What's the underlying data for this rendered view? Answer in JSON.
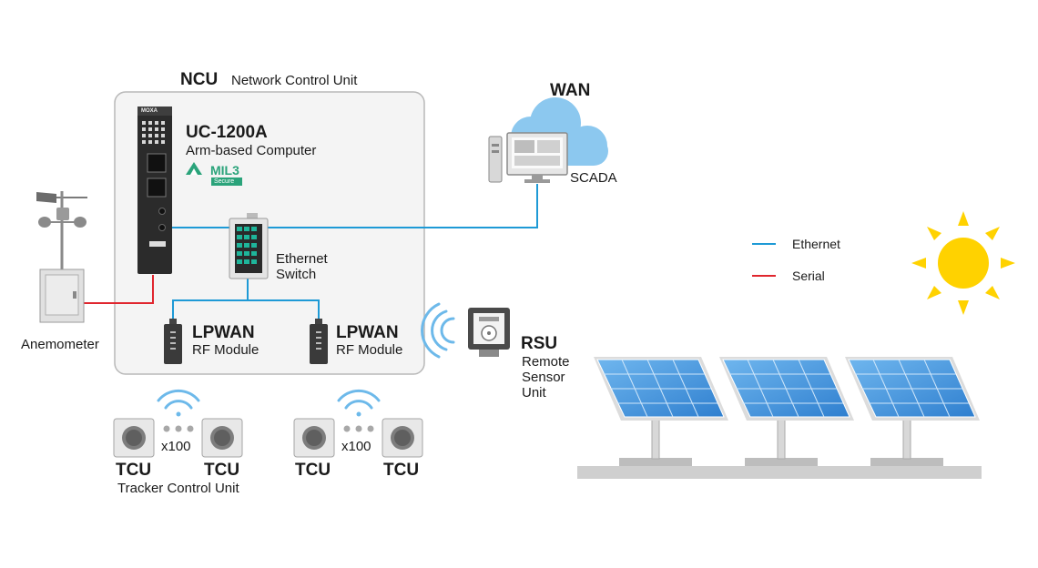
{
  "ncu": {
    "abbr": "NCU",
    "full": "Network Control Unit"
  },
  "computer": {
    "model": "UC-1200A",
    "desc": "Arm-based Computer",
    "brand": "MOXA",
    "badge_top": "MIL3",
    "badge_bottom": "Secure"
  },
  "switch": {
    "line1": "Ethernet",
    "line2": "Switch"
  },
  "lpwan": [
    {
      "title": "LPWAN",
      "subtitle": "RF Module"
    },
    {
      "title": "LPWAN",
      "subtitle": "RF Module"
    }
  ],
  "wan": {
    "label": "WAN",
    "scada": "SCADA"
  },
  "anemometer": {
    "label": "Anemometer"
  },
  "rsu": {
    "abbr": "RSU",
    "line1": "Remote",
    "line2": "Sensor",
    "line3": "Unit"
  },
  "tcu_groups": [
    {
      "left": "TCU",
      "right": "TCU",
      "count": "x100",
      "caption": "Tracker Control Unit"
    },
    {
      "left": "TCU",
      "right": "TCU",
      "count": "x100"
    }
  ],
  "legend": [
    {
      "label": "Ethernet",
      "color": "#1e9ad6"
    },
    {
      "label": "Serial",
      "color": "#e0262e"
    }
  ],
  "colors": {
    "ethernet": "#1e9ad6",
    "serial": "#e0262e",
    "sun": "#ffd200",
    "panel": "#3a8fd9"
  }
}
